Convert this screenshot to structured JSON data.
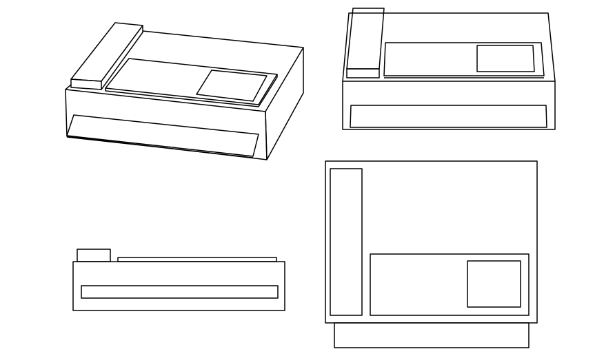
{
  "diagram": {
    "views": [
      {
        "name": "isometric-view"
      },
      {
        "name": "front-perspective-view"
      },
      {
        "name": "side-view"
      },
      {
        "name": "top-view"
      }
    ],
    "stroke_color": "#000000",
    "background_color": "#ffffff"
  }
}
